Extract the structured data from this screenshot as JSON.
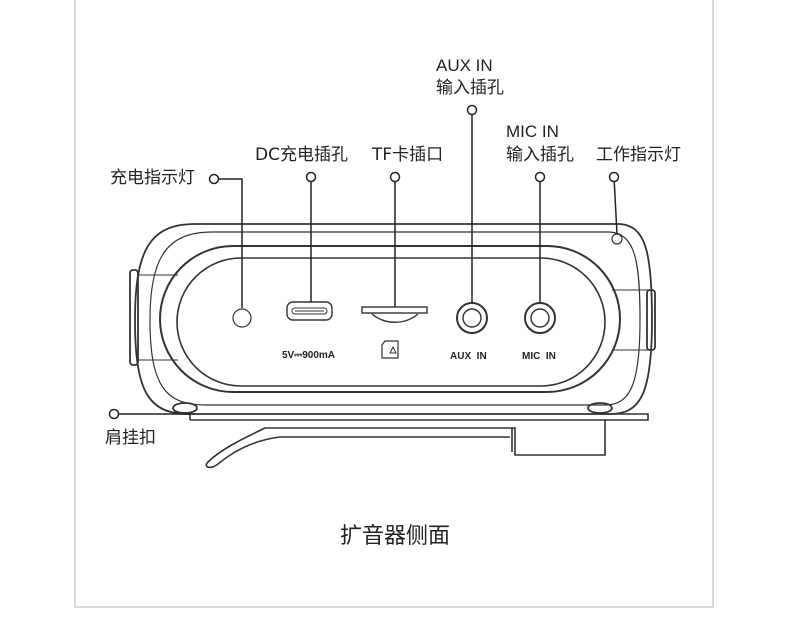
{
  "labels": {
    "charge_indicator": "充电指示灯",
    "dc_port": "DC充电插孔",
    "tf_slot": "TF卡插口",
    "aux_en": "AUX IN",
    "aux_cn": "输入插孔",
    "mic_en": "MIC IN",
    "mic_cn": "输入插孔",
    "work_indicator": "工作指示灯",
    "clip": "肩挂扣"
  },
  "device": {
    "power_rating": "5V⎓900mA",
    "aux_port_label": "AUX  IN",
    "mic_port_label": "MIC  IN"
  },
  "caption": "扩音器侧面"
}
